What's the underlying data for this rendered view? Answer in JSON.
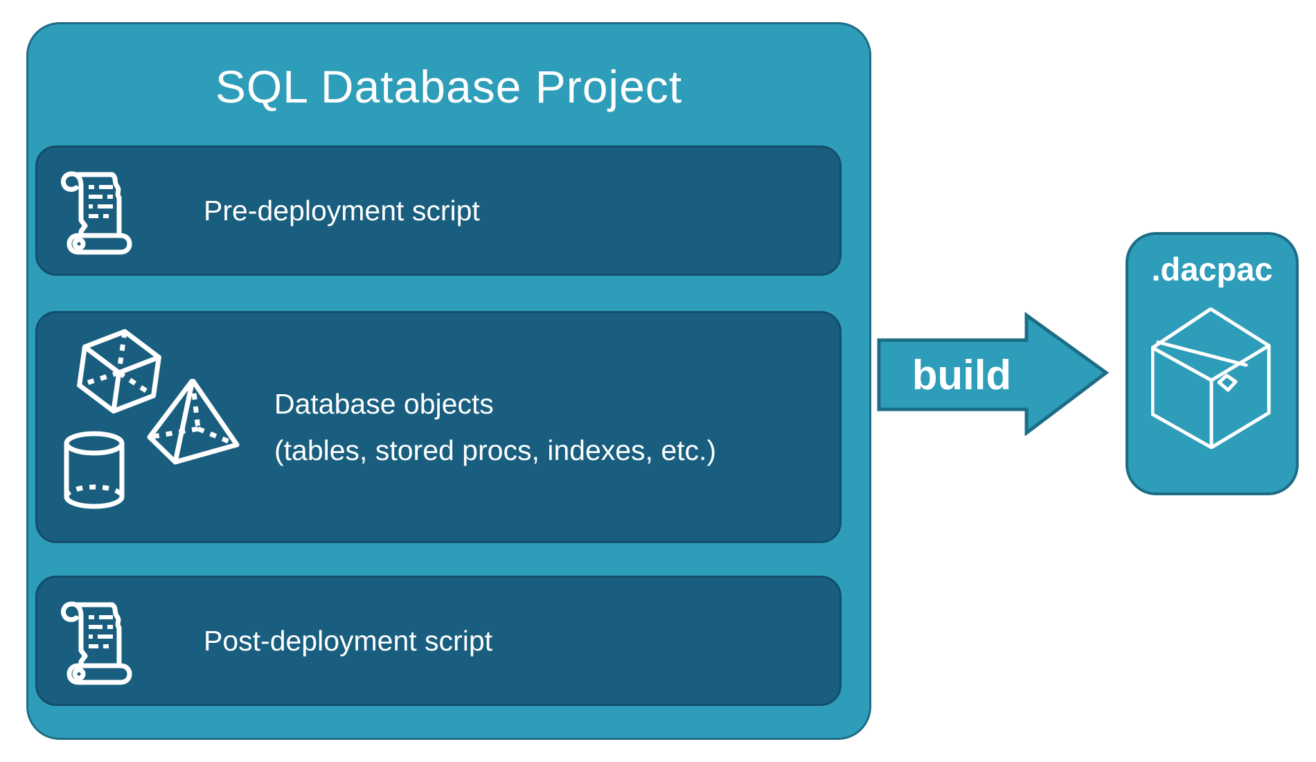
{
  "colors": {
    "teal": "#2E9DB9",
    "teal_border": "#1C6C86",
    "panel": "#195E7E",
    "panel_border": "#134E6B",
    "text": "#FFFFFF"
  },
  "project": {
    "title": "SQL Database Project",
    "items": [
      {
        "icon": "scroll-icon",
        "label": "Pre-deployment script"
      },
      {
        "icon": "cube-pyramid-cylinder-icons",
        "label_line1": "Database objects",
        "label_line2": "(tables, stored procs, indexes, etc.)"
      },
      {
        "icon": "scroll-icon",
        "label": "Post-deployment script"
      }
    ]
  },
  "arrow": {
    "label": "build"
  },
  "artifact": {
    "label": ".dacpac",
    "icon": "package-icon"
  }
}
